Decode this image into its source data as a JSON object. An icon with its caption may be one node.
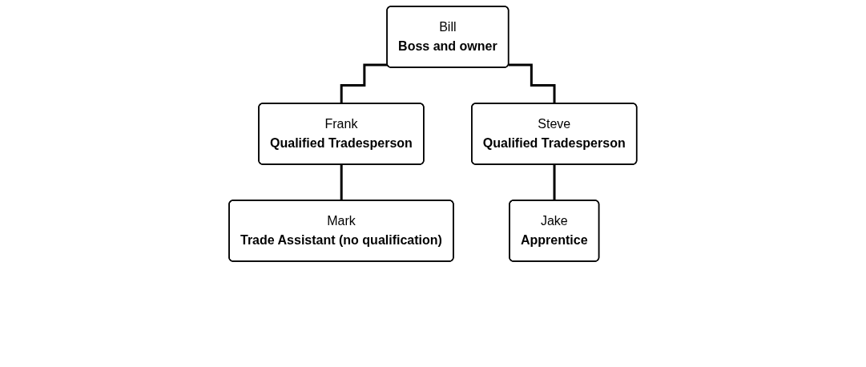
{
  "diagram": {
    "nodes": [
      {
        "text": [
          "Bill",
          "Boss and owner"
        ]
      },
      {
        "text": [
          "Frank",
          "Qualified Tradesperson"
        ]
      },
      {
        "text": [
          "Steve",
          "Qualified Tradesperson"
        ]
      },
      {
        "text": [
          "Mark",
          "Trade Assistant (no qualification)"
        ]
      },
      {
        "text": [
          "Jake",
          "Apprentice"
        ]
      }
    ],
    "edges": [
      {
        "from": 0,
        "to": 1,
        "arrow": "none"
      },
      {
        "from": 0,
        "to": 2,
        "arrow": "none"
      },
      {
        "from": 1,
        "to": 3,
        "arrow": "none"
      },
      {
        "from": 2,
        "to": 4,
        "arrow": "none"
      }
    ]
  }
}
